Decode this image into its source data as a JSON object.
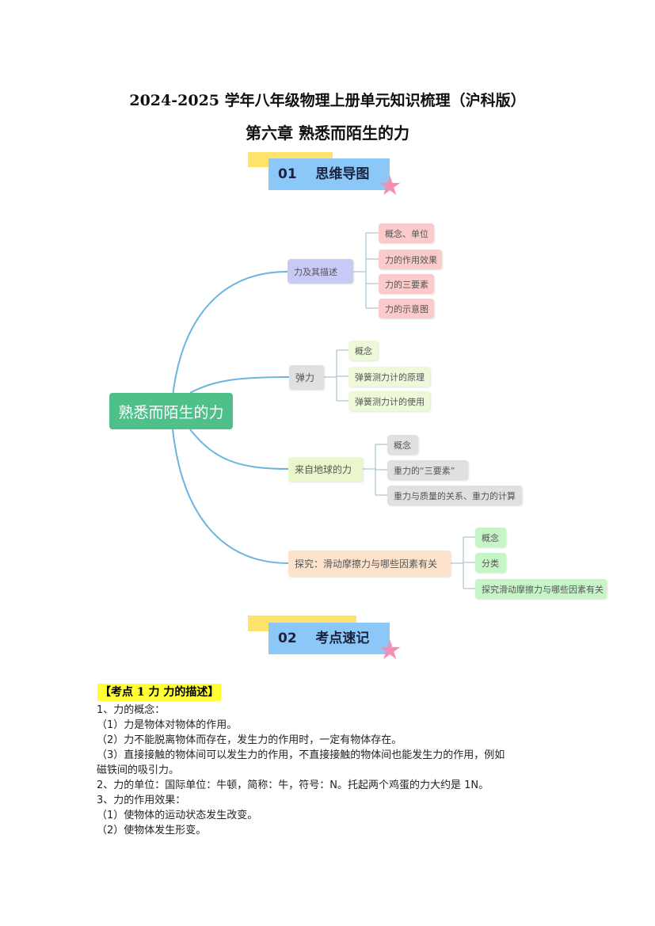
{
  "title": "2024-2025 学年八年级物理上册单元知识梳理（沪科版）",
  "chapter": "第六章  熟悉而陌生的力",
  "section1": {
    "num": "01",
    "label": "思维导图"
  },
  "section2": {
    "num": "02",
    "label": "考点速记"
  },
  "mindmap": {
    "center": "熟悉而陌生的力",
    "branches": [
      {
        "label": "力及其描述",
        "leaves": [
          "概念、单位",
          "力的作用效果",
          "力的三要素",
          "力的示意图"
        ]
      },
      {
        "label": "弹力",
        "leaves": [
          "概念",
          "弹簧测力计的原理",
          "弹簧测力计的使用"
        ]
      },
      {
        "label": "来自地球的力",
        "leaves": [
          "概念",
          "重力的“三要素”",
          "重力与质量的关系、重力的计算"
        ]
      },
      {
        "label": "探究：滑动摩擦力与哪些因素有关",
        "leaves": [
          "概念",
          "分类",
          "探究滑动摩擦力与哪些因素有关"
        ]
      }
    ]
  },
  "kaodian1": {
    "heading": "【考点 1  力  力的描述】",
    "lines": [
      "1、力的概念：",
      "（1）力是物体对物体的作用。",
      "（2）力不能脱离物体而存在，发生力的作用时，一定有物体存在。",
      "（3）直接接触的物体间可以发生力的作用，不直接接触的物体间也能发生力的作用，例如",
      "磁铁间的吸引力。",
      "2、力的单位：国际单位：牛顿，简称：牛，符号：N。托起两个鸡蛋的力大约是 1N。",
      "3、力的作用效果：",
      "（1）使物体的运动状态发生改变。",
      "（2）使物体发生形变。"
    ]
  }
}
